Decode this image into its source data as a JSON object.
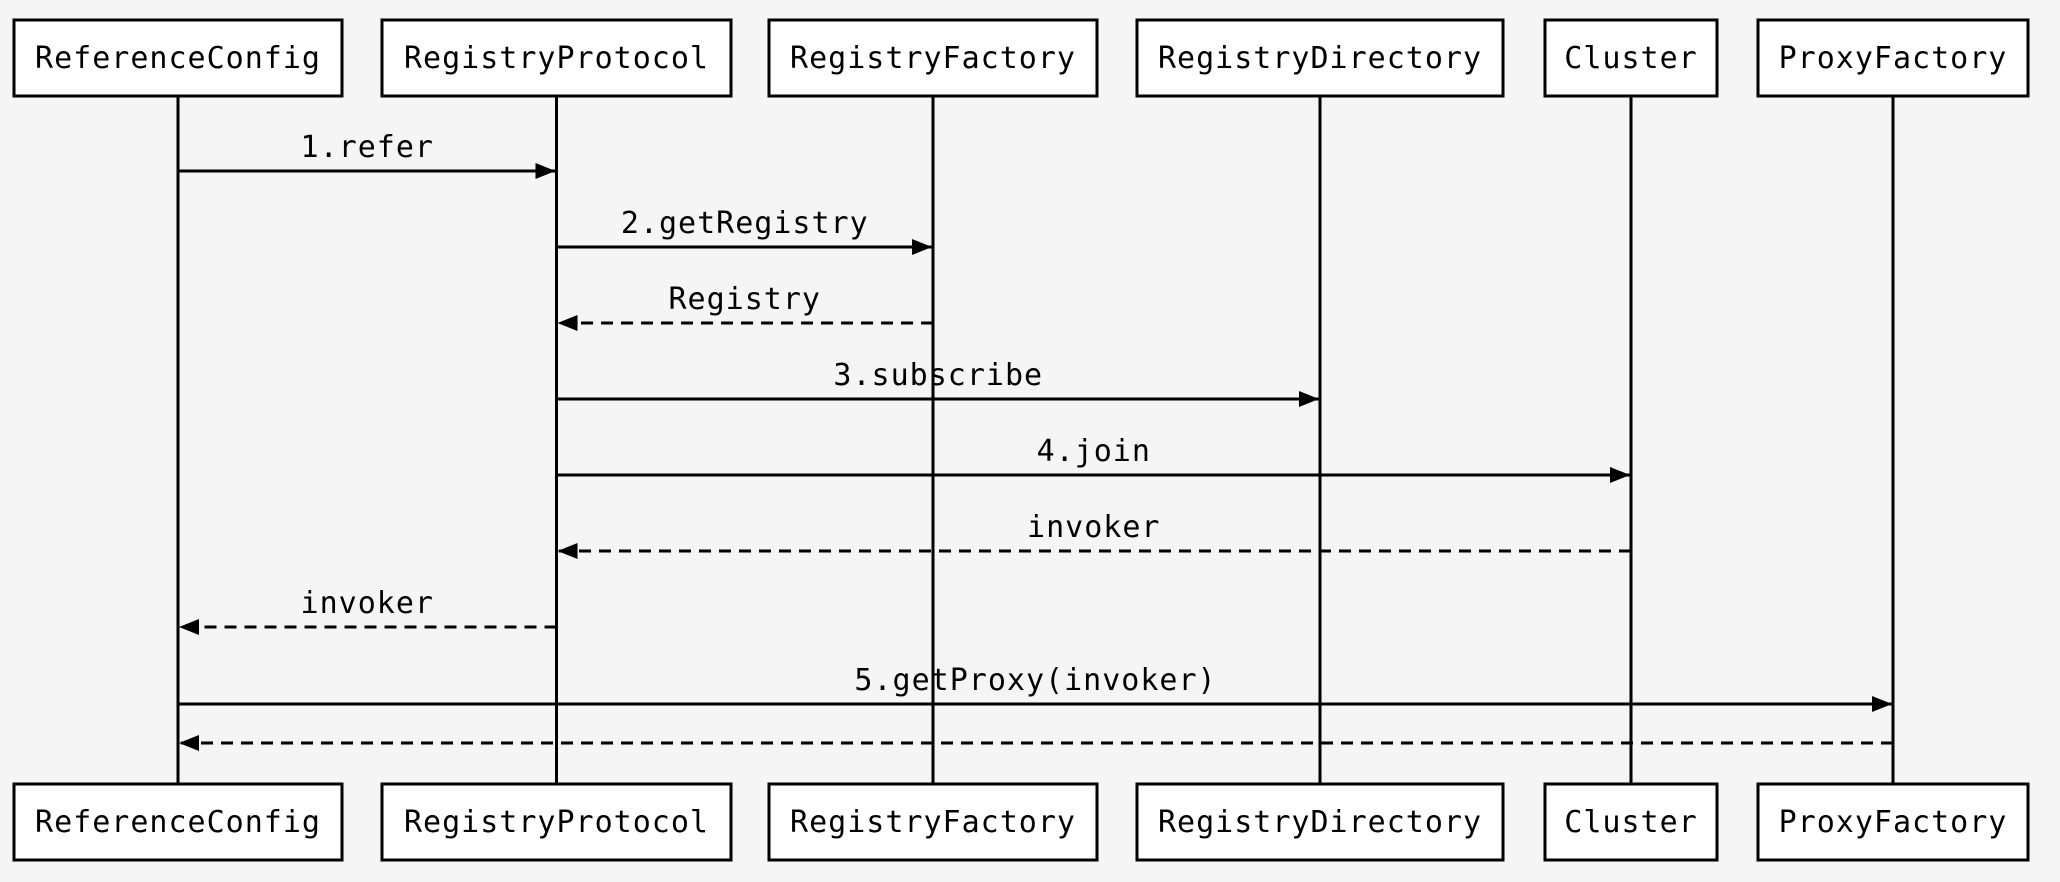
{
  "participants": [
    {
      "id": "referenceconfig",
      "label": "ReferenceConfig"
    },
    {
      "id": "registryprotocol",
      "label": "RegistryProtocol"
    },
    {
      "id": "registryfactory",
      "label": "RegistryFactory"
    },
    {
      "id": "registrydirectory",
      "label": "RegistryDirectory"
    },
    {
      "id": "cluster",
      "label": "Cluster"
    },
    {
      "id": "proxyfactory",
      "label": "ProxyFactory"
    }
  ],
  "messages": [
    {
      "from": 0,
      "to": 1,
      "label": "1.refer",
      "style": "solid"
    },
    {
      "from": 1,
      "to": 2,
      "label": "2.getRegistry",
      "style": "solid"
    },
    {
      "from": 2,
      "to": 1,
      "label": "Registry",
      "style": "dashed"
    },
    {
      "from": 1,
      "to": 3,
      "label": "3.subscribe",
      "style": "solid"
    },
    {
      "from": 1,
      "to": 4,
      "label": "4.join",
      "style": "solid"
    },
    {
      "from": 4,
      "to": 1,
      "label": "invoker",
      "style": "dashed"
    },
    {
      "from": 1,
      "to": 0,
      "label": "invoker",
      "style": "dashed"
    },
    {
      "from": 0,
      "to": 5,
      "label": "5.getProxy(invoker)",
      "style": "solid"
    },
    {
      "from": 5,
      "to": 0,
      "label": "",
      "style": "dashed"
    }
  ],
  "colors": {
    "background": "#f5f5f5",
    "line": "#000000",
    "box_fill": "#ffffff"
  }
}
